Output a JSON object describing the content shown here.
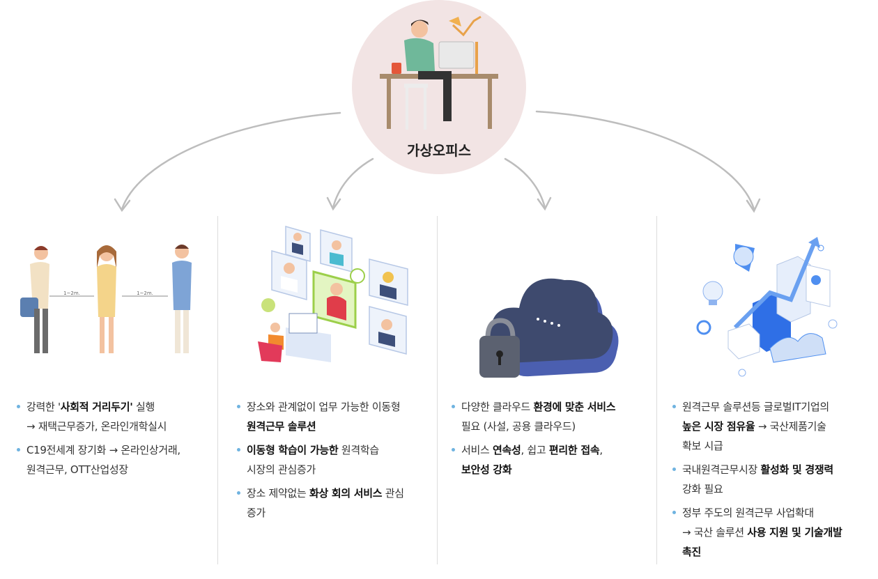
{
  "hub": {
    "title": "가상오피스"
  },
  "distance_labels": [
    "1~2m.",
    "1~2m."
  ],
  "columns": [
    {
      "items": [
        [
          {
            "t": "강력한 '"
          },
          {
            "t": "사회적 거리두기'",
            "b": true
          },
          {
            "t": " 실행"
          },
          {
            "br": true
          },
          {
            "t": "→ 재택근무증가, 온라인개학실시"
          }
        ],
        [
          {
            "t": "C19전세계 장기화 → 온라인상거래,"
          },
          {
            "br": true
          },
          {
            "t": "원격근무, OTT산업성장"
          }
        ]
      ]
    },
    {
      "items": [
        [
          {
            "t": "장소와 관계없이 업무 가능한 이동형"
          },
          {
            "br": true
          },
          {
            "t": "원격근무 솔루션",
            "b": true
          }
        ],
        [
          {
            "t": "이동형 학습이 가능한",
            "b": true
          },
          {
            "t": " 원격학습"
          },
          {
            "br": true
          },
          {
            "t": "시장의 관심증가"
          }
        ],
        [
          {
            "t": "장소 제약없는 "
          },
          {
            "t": "화상 회의 서비스",
            "b": true
          },
          {
            "t": " 관심"
          },
          {
            "br": true
          },
          {
            "t": "증가"
          }
        ]
      ]
    },
    {
      "items": [
        [
          {
            "t": "다양한 클라우드 "
          },
          {
            "t": "환경에 맞춘 서비스",
            "b": true
          },
          {
            "br": true
          },
          {
            "t": "필요 (사설, 공용 클라우드)"
          }
        ],
        [
          {
            "t": "서비스 "
          },
          {
            "t": "연속성",
            "b": true
          },
          {
            "t": ", 쉽고 "
          },
          {
            "t": "편리한 접속",
            "b": true
          },
          {
            "t": ","
          },
          {
            "br": true
          },
          {
            "t": "보안성 강화",
            "b": true
          }
        ]
      ]
    },
    {
      "items": [
        [
          {
            "t": "원격근무 솔루션등 글로벌IT기업의"
          },
          {
            "br": true
          },
          {
            "t": "높은 시장 점유율",
            "b": true
          },
          {
            "t": " → 국산제품기술"
          },
          {
            "br": true
          },
          {
            "t": "확보 시급"
          }
        ],
        [
          {
            "t": "국내원격근무시장 "
          },
          {
            "t": "활성화 및 경쟁력",
            "b": true
          },
          {
            "br": true
          },
          {
            "t": "강화 필요"
          }
        ],
        [
          {
            "t": "정부 주도의 원격근무 사업확대"
          },
          {
            "br": true
          },
          {
            "t": "→ 국산 솔루션 "
          },
          {
            "t": "사용 지원 및 기술개발",
            "b": true
          },
          {
            "br": true
          },
          {
            "t": "촉진",
            "b": true
          }
        ]
      ]
    }
  ]
}
